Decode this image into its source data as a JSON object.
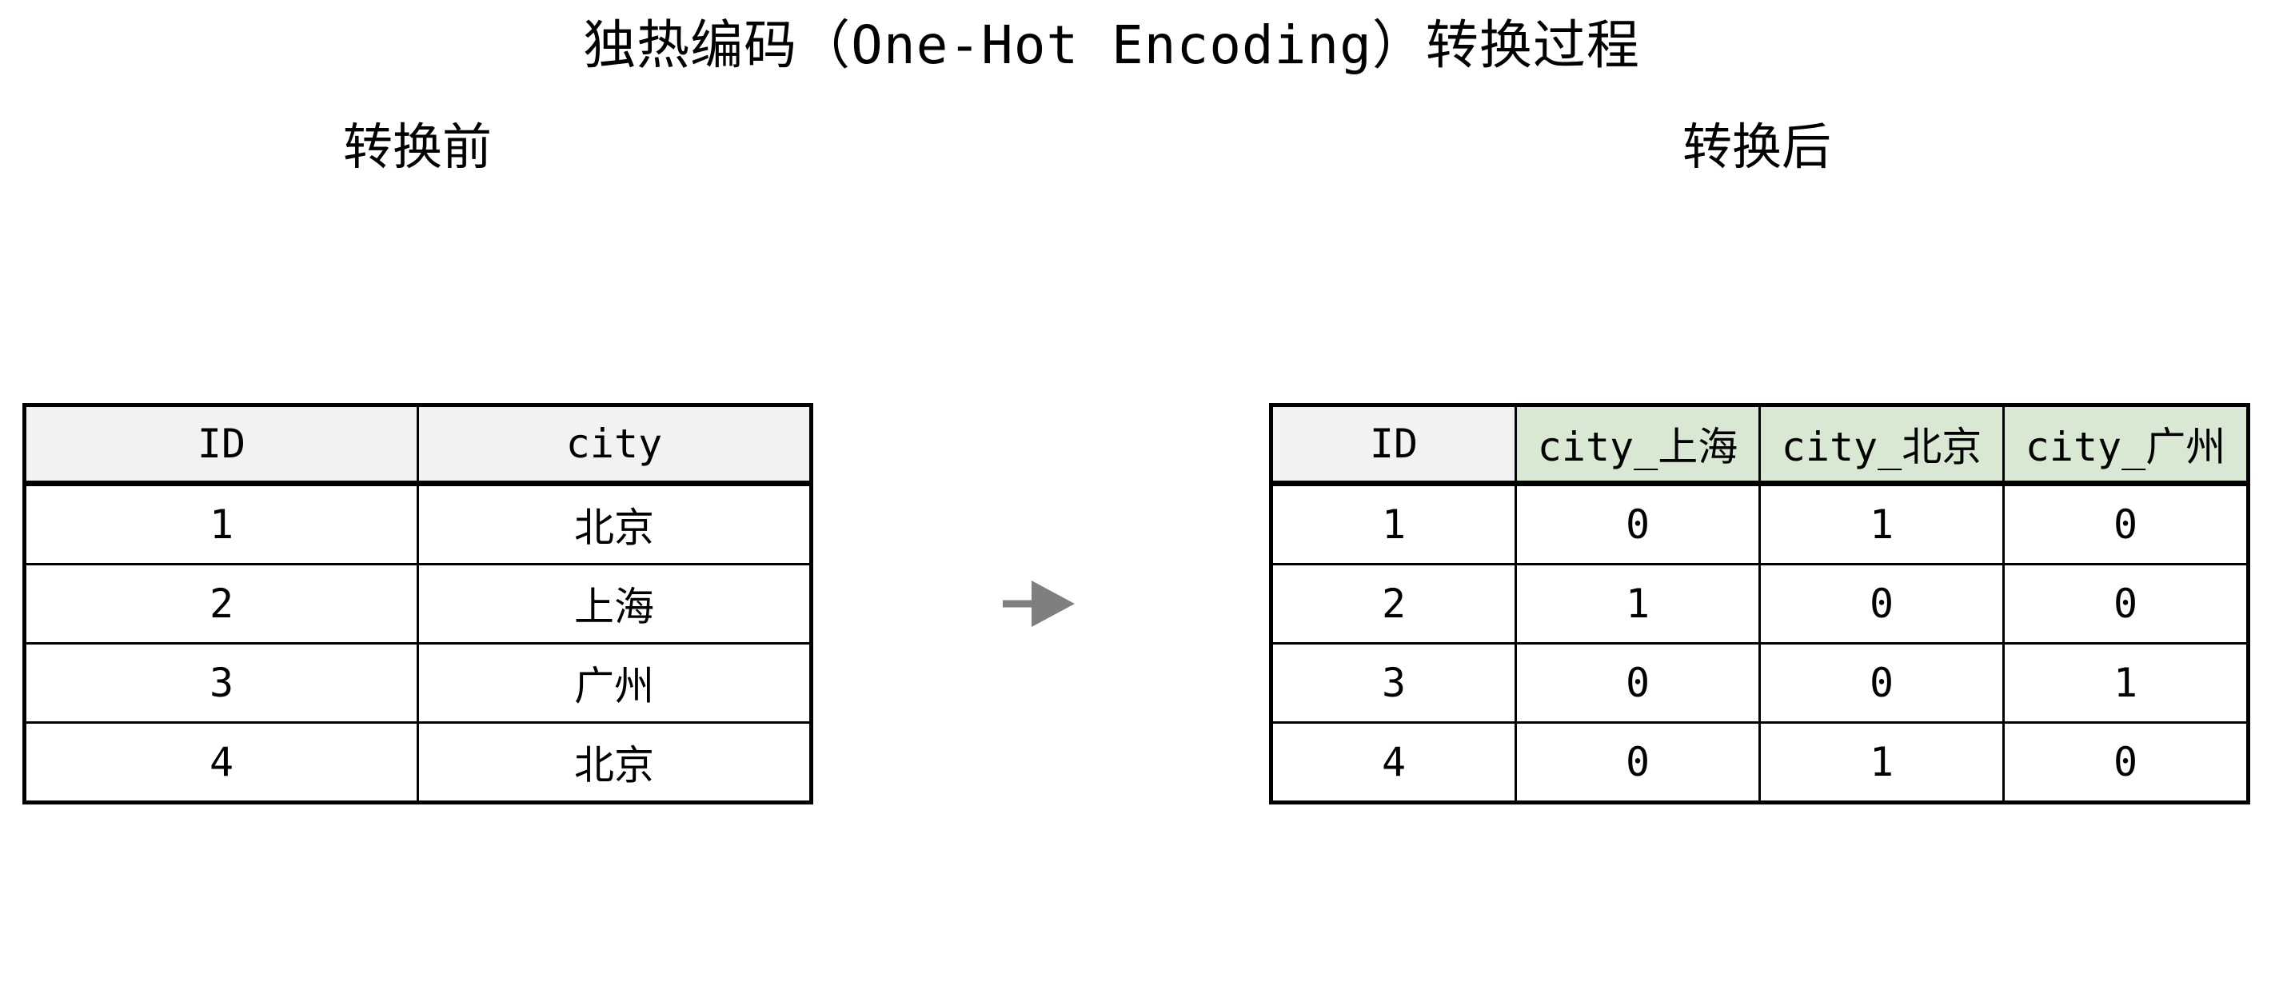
{
  "title": "独热编码（One-Hot Encoding）转换过程",
  "before": {
    "label": "转换前",
    "table": {
      "headers": [
        "ID",
        "city"
      ],
      "rows": [
        [
          "1",
          "北京"
        ],
        [
          "2",
          "上海"
        ],
        [
          "3",
          "广州"
        ],
        [
          "4",
          "北京"
        ]
      ]
    }
  },
  "after": {
    "label": "转换后",
    "table": {
      "headers": [
        "ID",
        "city_上海",
        "city_北京",
        "city_广州"
      ],
      "rows": [
        [
          "1",
          "0",
          "1",
          "0"
        ],
        [
          "2",
          "1",
          "0",
          "0"
        ],
        [
          "3",
          "0",
          "0",
          "1"
        ],
        [
          "4",
          "0",
          "1",
          "0"
        ]
      ]
    }
  },
  "arrow": {
    "icon": "right-arrow-icon",
    "color": "#7f7f7f"
  },
  "colors": {
    "background": "#ffffff",
    "header_gray": "#f2f2f2",
    "header_green": "#d9e8d2",
    "table_border": "#000000",
    "text": "#000000",
    "arrow_gray": "#7f7f7f"
  }
}
